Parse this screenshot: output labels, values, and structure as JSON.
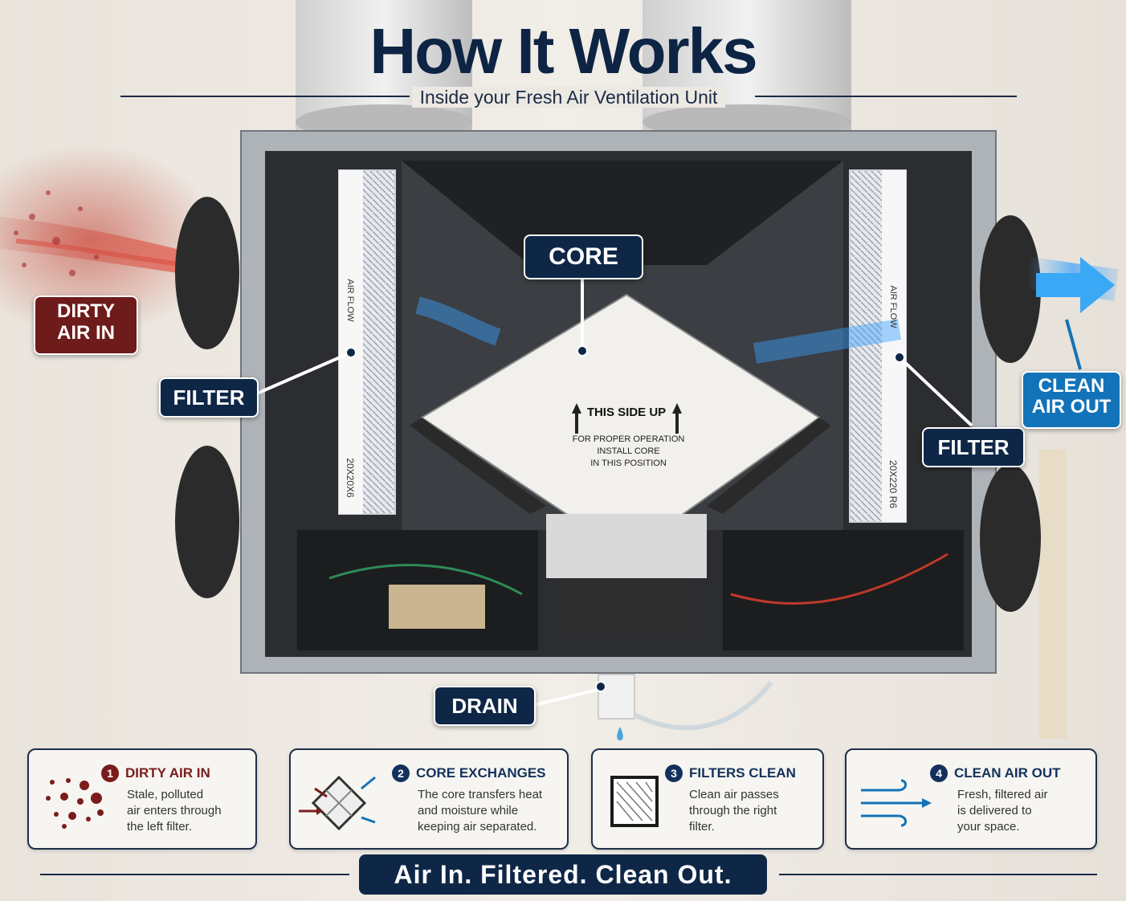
{
  "header": {
    "title": "How It Works",
    "subtitle": "Inside your Fresh Air Ventilation Unit"
  },
  "callouts": {
    "dirty_air_in_line1": "DIRTY",
    "dirty_air_in_line2": "AIR IN",
    "filter_left": "FILTER",
    "core": "CORE",
    "filter_right": "FILTER",
    "clean_air_out_line1": "CLEAN",
    "clean_air_out_line2": "AIR OUT",
    "drain": "DRAIN"
  },
  "unit_labels": {
    "core_side_up": "THIS SIDE UP",
    "core_note_1": "FOR PROPER OPERATION",
    "core_note_2": "INSTALL CORE",
    "core_note_3": "IN THIS POSITION",
    "filter_left_airflow": "AIR FLOW",
    "filter_left_size": "20X20X6",
    "filter_right_airflow": "AIR FLOW",
    "filter_right_size": "20X220 R6"
  },
  "steps": [
    {
      "number": "1",
      "title": "DIRTY AIR IN",
      "line1": "Stale, polluted",
      "line2": "air enters through",
      "line3": "the left filter."
    },
    {
      "number": "2",
      "title": "CORE EXCHANGES",
      "line1": "The core transfers heat",
      "line2": "and moisture while",
      "line3": "keeping air separated."
    },
    {
      "number": "3",
      "title": "FILTERS CLEAN",
      "line1": "Clean air passes",
      "line2": "through the right",
      "line3": "filter."
    },
    {
      "number": "4",
      "title": "CLEAN AIR OUT",
      "line1": "Fresh, filtered air",
      "line2": "is delivered to",
      "line3": "your space."
    }
  ],
  "tagline": "Air In. Filtered. Clean Out.",
  "colors": {
    "navy": "#0f2747",
    "dirty_red": "#6e1b1b",
    "clean_blue": "#1373b8"
  },
  "icons": {
    "step1": "particles-icon",
    "step2": "core-exchange-icon",
    "step3": "filter-icon",
    "step4": "airflow-icon"
  }
}
